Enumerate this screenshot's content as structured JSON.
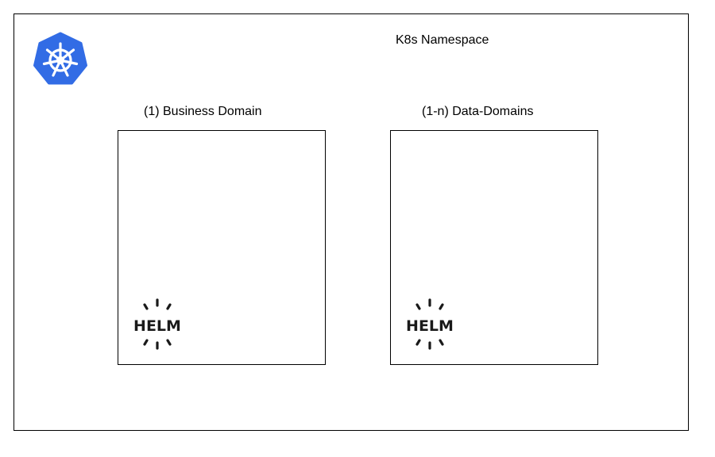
{
  "diagram": {
    "namespace_title": "K8s Namespace",
    "logo_icon": "kubernetes-icon",
    "logo_color": "#326ce5",
    "domains": [
      {
        "label": "(1) Business Domain",
        "helm_label": "HELM",
        "icon": "helm-icon"
      },
      {
        "label": "(1-n) Data-Domains",
        "helm_label": "HELM",
        "icon": "helm-icon"
      }
    ]
  }
}
